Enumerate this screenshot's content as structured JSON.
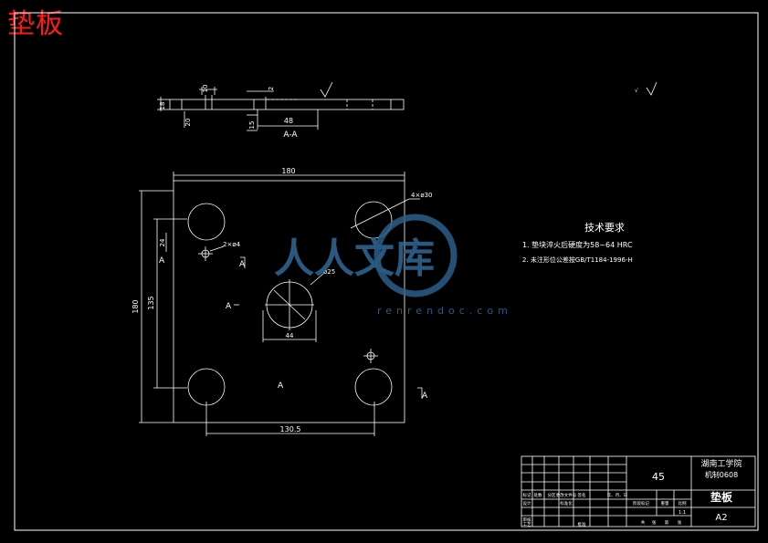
{
  "drawing": {
    "title": "垫板",
    "section_label": "A-A",
    "roughness": {
      "mark": "√"
    },
    "dimensions": {
      "thick_18": "18",
      "thick_20": "20",
      "d10": "10",
      "d2": "2",
      "d15": "15",
      "d48": "48",
      "width_180": "180",
      "height_180": "180",
      "h135": "135",
      "d24": "24",
      "holes4": "4×ø30",
      "holes2": "2×ø4",
      "dia25": "ø25",
      "w44": "44",
      "w130": "130.5"
    },
    "section_marks": {
      "a1": "A",
      "a2": "A",
      "a3": "A",
      "a4": "A",
      "a5": "A"
    }
  },
  "tech": {
    "heading": "技术要求",
    "line1": "1. 垫块淬火后硬度为58~64 HRC",
    "line2": "2. 未注形位公差按GB/T1184-1996-H"
  },
  "watermark": {
    "text": "人人文库",
    "sub": "renrendoc.com"
  },
  "title_block": {
    "school": "湖南工学院",
    "class": "机制0608",
    "material": "45",
    "part": "垫板",
    "size": "A2",
    "scale": "1:1",
    "r1": [
      "标记",
      "处数",
      "分区",
      "更改文件号",
      "签名",
      "年、月、日"
    ],
    "r2": [
      "设计",
      "",
      "",
      "标准化",
      ""
    ],
    "r3": [
      "审核",
      ""
    ],
    "r4": [
      "工艺",
      "",
      "",
      "批准"
    ],
    "hdr": [
      "阶段标记",
      "重量",
      "比例"
    ],
    "sheet": [
      "共",
      "张",
      "第",
      "张"
    ]
  }
}
